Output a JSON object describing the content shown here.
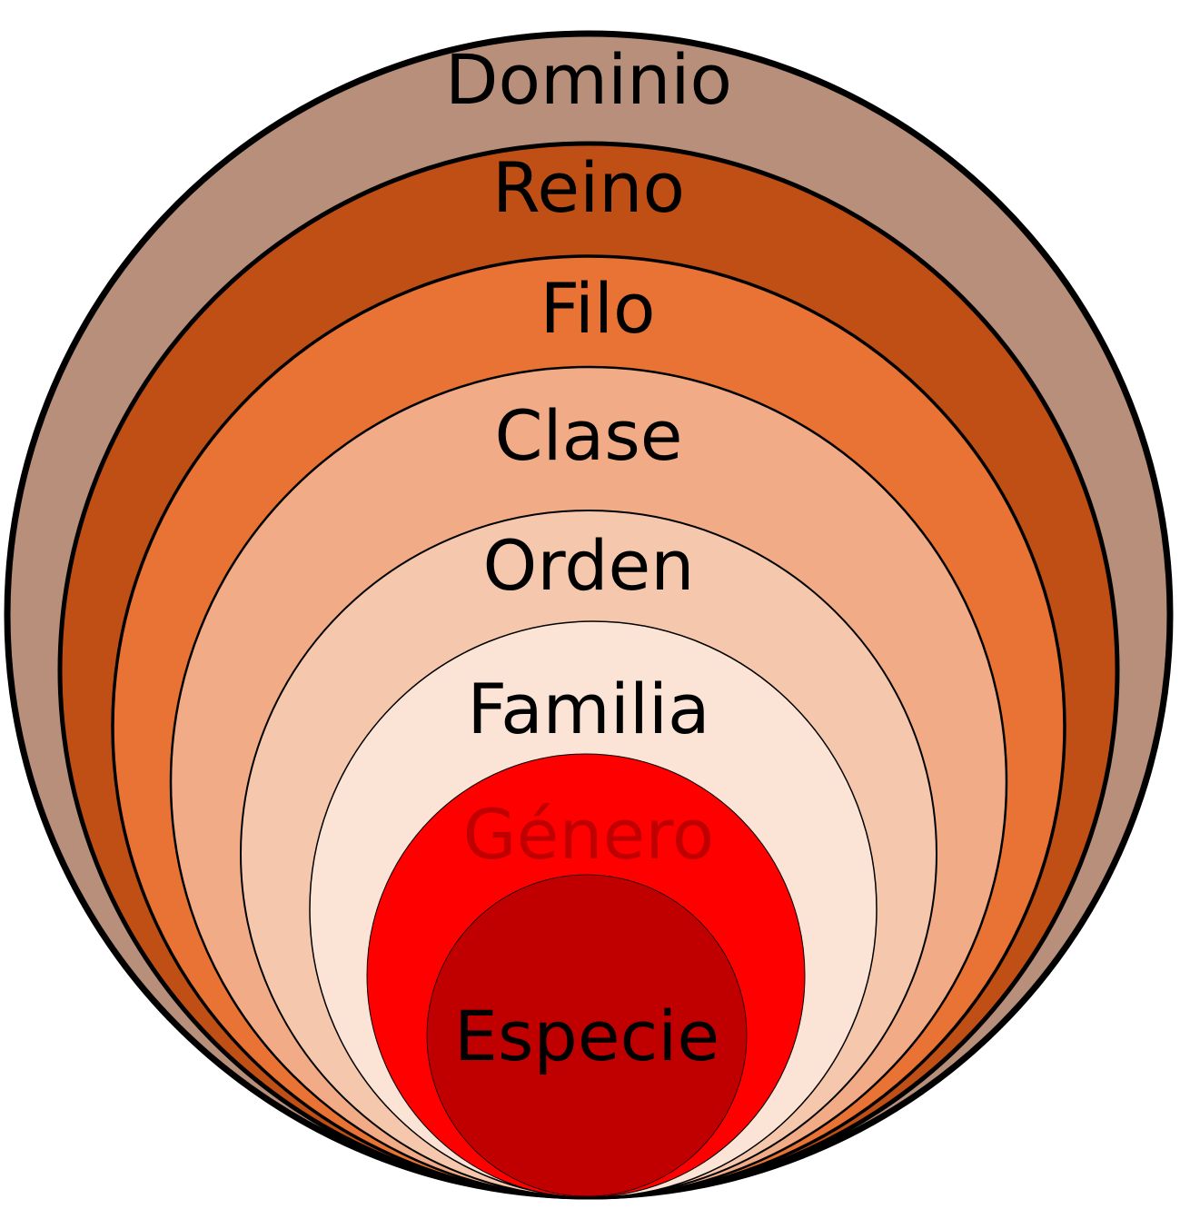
{
  "levels": [
    {
      "key": "dominio",
      "label": "Dominio",
      "fill": "#b88f7a",
      "text_color": "#000000"
    },
    {
      "key": "reino",
      "label": "Reino",
      "fill": "#c04f16",
      "text_color": "#000000"
    },
    {
      "key": "filo",
      "label": "Filo",
      "fill": "#e87334",
      "text_color": "#000000"
    },
    {
      "key": "clase",
      "label": "Clase",
      "fill": "#f1ab86",
      "text_color": "#000000"
    },
    {
      "key": "orden",
      "label": "Orden",
      "fill": "#f5c7ad",
      "text_color": "#000000"
    },
    {
      "key": "familia",
      "label": "Familia",
      "fill": "#fbe3d6",
      "text_color": "#000000"
    },
    {
      "key": "genero",
      "label": "Género",
      "fill": "#ff0000",
      "text_color": "#c00000"
    },
    {
      "key": "especie",
      "label": "Especie",
      "fill": "#c00000",
      "text_color": "#000000"
    }
  ]
}
